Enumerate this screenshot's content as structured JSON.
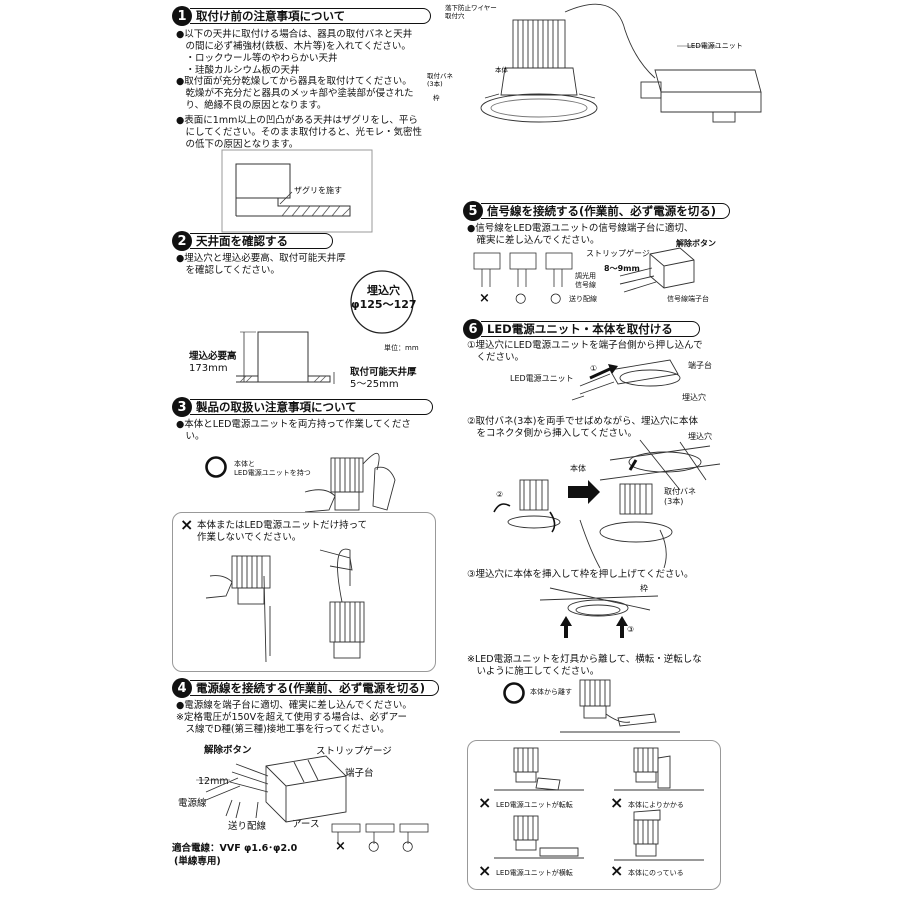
{
  "s1": {
    "num": "1",
    "title": "取付け前の注意事項について",
    "lines": [
      "●以下の天井に取付ける場合は、器具の取付バネと天井",
      "　の間に必ず補強材(鉄板、木片等)を入れてください。",
      "　・ロックウール等のやわらかい天井",
      "　・珪酸カルシウム板の天井",
      "●取付面が充分乾燥してから器具を取付けてください。",
      "　乾燥が不充分だと器具のメッキ部や塗装部が侵された",
      "　り、絶縁不良の原因となります。",
      "●表面に1mm以上の凹凸がある天井はザグリをし、平ら",
      "　にしてください。そのまま取付けると、光モレ・気密性",
      "　の低下の原因となります。"
    ],
    "zaguri": "ザグリを施す"
  },
  "top_fig": {
    "wire": "落下防止ワイヤー\n取付穴",
    "body": "本体",
    "spring": "取付バネ\n(3本)",
    "frame": "枠",
    "unit": "LED電源ユニット"
  },
  "s2": {
    "num": "2",
    "title": "天井面を確認する",
    "lines": [
      "●埋込穴と埋込必要高、取付可能天井厚",
      "　を確認してください。"
    ],
    "hole_label": "埋込穴",
    "hole_size": "φ125～127",
    "unit": "単位：mm",
    "height_label": "埋込必要高",
    "height_value": "173mm",
    "thickness_label": "取付可能天井厚",
    "thickness_value": "5～25mm"
  },
  "s3": {
    "num": "3",
    "title": "製品の取扱い注意事項について",
    "lines": [
      "●本体とLED電源ユニットを両方持って作業してくださ",
      "　い。"
    ],
    "ok_label": "本体と\nLED電源ユニットを持つ",
    "ng_title": "本体またはLED電源ユニットだけ持って\n作業しないでください。"
  },
  "s4": {
    "num": "4",
    "title": "電源線を接続する(作業前、必ず電源を切る)",
    "lines": [
      "●電源線を端子台に適切、確実に差し込んでください。",
      "※定格電圧が150Vを超えて使用する場合は、必ずアー",
      "　ス線でD種(第三種)接地工事を行ってください。"
    ],
    "release": "解除ボタン",
    "strip": "ストリップゲージ",
    "terminal": "端子台",
    "len": "12mm",
    "power": "電源線",
    "feed": "送り配線",
    "earth": "アース",
    "wire_spec": "適合電線：VVF φ1.6･φ2.0",
    "wire_note": "(単線専用)",
    "marks": [
      "×",
      "○",
      "○"
    ]
  },
  "s5": {
    "num": "5",
    "title": "信号線を接続する(作業前、必ず電源を切る)",
    "lines": [
      "●信号線をLED電源ユニットの信号線端子台に適切、",
      "　確実に差し込んでください。"
    ],
    "strip": "ストリップゲージ",
    "release": "解除ボタン",
    "len": "8～9mm",
    "dimmer": "調光用\n信号線",
    "feed": "送り配線",
    "terminal": "信号線端子台",
    "marks": [
      "×",
      "○",
      "○"
    ]
  },
  "s6": {
    "num": "6",
    "title": "LED電源ユニット・本体を取付ける",
    "step1": "①埋込穴にLED電源ユニットを端子台側から押し込んで\n　ください。",
    "unit": "LED電源ユニット",
    "terminal": "端子台",
    "hole": "埋込穴",
    "c1": "①",
    "step2": "②取付バネ(3本)を両手でせばめながら、埋込穴に本体\n　をコネクタ側から挿入してください。",
    "hole2": "埋込穴",
    "body": "本体",
    "spring": "取付バネ\n(3本)",
    "c2": "②",
    "step3": "③埋込穴に本体を挿入して枠を押し上げてください。",
    "frame": "枠",
    "c3": "③",
    "note": "※LED電源ユニットを灯具から離して、横転・逆転しな\n　いように施工してください。",
    "ok": "本体から離す",
    "ng": [
      "LED電源ユニットが転転",
      "本体によりかかる",
      "LED電源ユニットが横転",
      "本体にのっている"
    ]
  }
}
